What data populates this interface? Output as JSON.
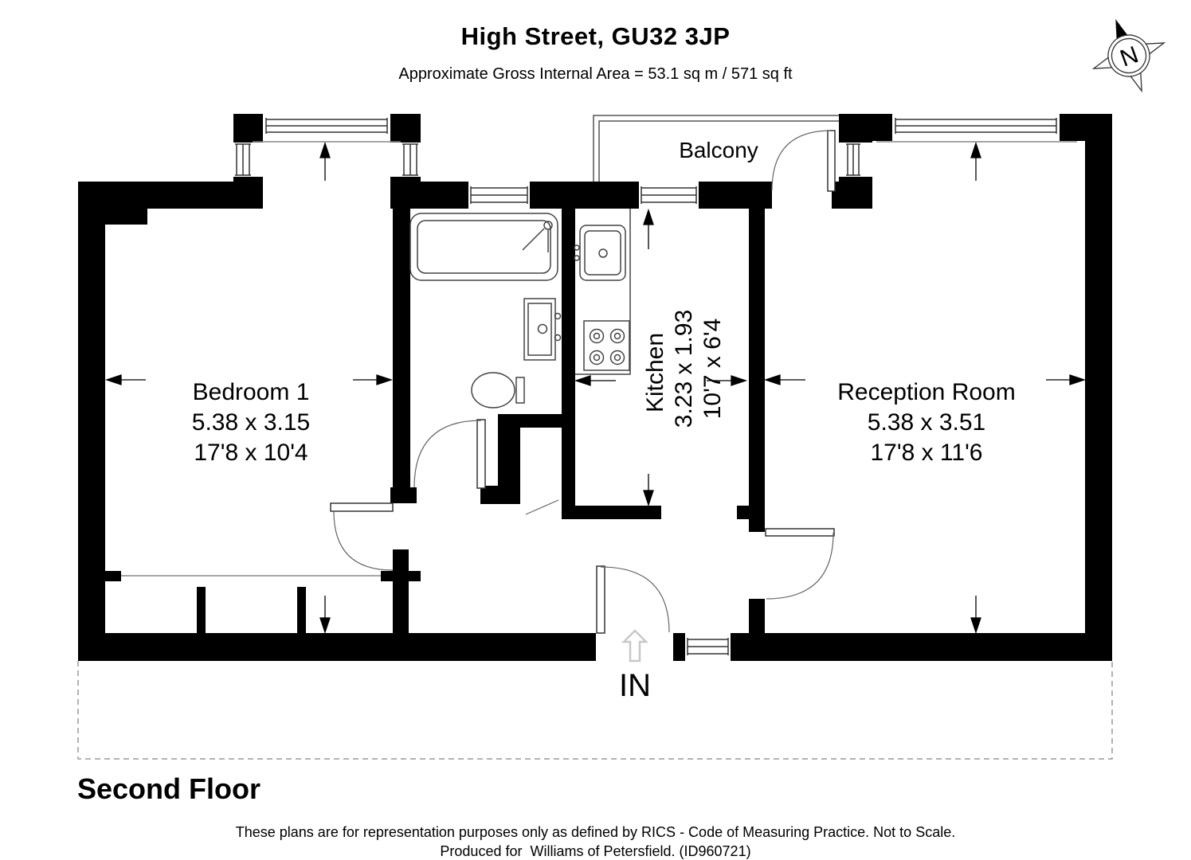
{
  "header": {
    "title": "High Street, GU32 3JP",
    "subtitle": "Approximate Gross Internal Area = 53.1 sq m / 571 sq ft"
  },
  "compass": {
    "label": "N"
  },
  "rooms": {
    "bedroom": {
      "name": "Bedroom 1",
      "metric": "5.38 x 3.15",
      "imperial": "17'8 x 10'4"
    },
    "kitchen": {
      "name": "Kitchen",
      "metric": "3.23 x 1.93",
      "imperial": "10'7 x 6'4"
    },
    "reception": {
      "name": "Reception Room",
      "metric": "5.38 x 3.51",
      "imperial": "17'8 x 11'6"
    },
    "balcony": {
      "name": "Balcony"
    }
  },
  "entrance": {
    "label": "IN"
  },
  "floor": {
    "label": "Second Floor"
  },
  "footer": {
    "line1": "These plans are for representation purposes only as defined by RICS - Code of Measuring Practice. Not to Scale.",
    "line2": "Produced for  Williams of Petersfield. (ID960721)"
  },
  "colors": {
    "wall": "#000000",
    "fixture_line": "#444444",
    "dashed": "#999999",
    "in_arrow": "#c8c8c8"
  }
}
